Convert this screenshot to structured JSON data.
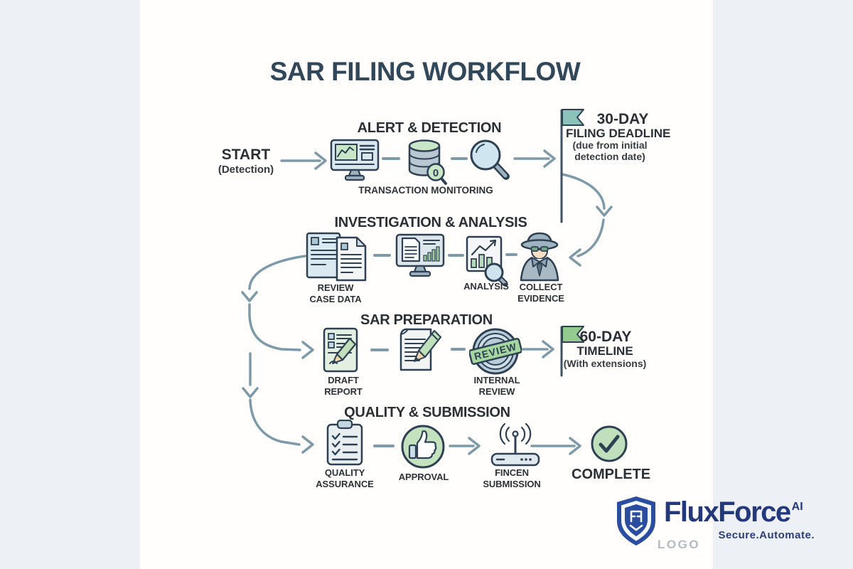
{
  "title": "SAR FILING WORKFLOW",
  "start": {
    "label": "START",
    "note": "(Detection)"
  },
  "alert": {
    "heading": "ALERT & DETECTION",
    "caption": "TRANSACTION MONITORING",
    "db_badge": "0"
  },
  "deadline30": {
    "days": "30-DAY",
    "label": "FILING DEADLINE",
    "note1": "(due from initial",
    "note2": "detection date)"
  },
  "investigation": {
    "heading": "INVESTIGATION & ANALYSIS",
    "review1": "REVIEW",
    "review2": "CASE DATA",
    "analysis": "ANALYSIS",
    "collect1": "COLLECT",
    "collect2": "EVIDENCE"
  },
  "preparation": {
    "heading": "SAR PREPARATION",
    "draft1": "DRAFT",
    "draft2": "REPORT",
    "stamp": "REVIEW",
    "internal1": "INTERNAL",
    "internal2": "REVIEW"
  },
  "timeline60": {
    "days": "60-DAY",
    "label": "TIMELINE",
    "note": "(With extensions)"
  },
  "quality": {
    "heading": "QUALITY & SUBMISSION",
    "qa1": "QUALITY",
    "qa2": "ASSURANCE",
    "approval": "APPROVAL",
    "fincen1": "FINCEN",
    "fincen2": "SUBMISSION",
    "complete": "COMPLETE"
  },
  "logo": {
    "brand": "FluxForce",
    "suffix": "AI",
    "tagline": "Secure.Automate.",
    "placeholder": "LOGO"
  },
  "colors": {
    "arrow": "#7d9aab",
    "icon_outline": "#2e4154",
    "flag30": "#8cc2ba",
    "flag60": "#93cb8e",
    "icon_green": "#c3e2bd",
    "icon_blue": "#cfe3ee",
    "icon_gray": "#b3c2cc",
    "title_text": "#31475a",
    "label_text": "#2d3237",
    "brand_navy": "#24397b",
    "logo_gray": "#b4bac1",
    "canvas": "#fffefc",
    "margin_bg": "#edf1f6"
  }
}
